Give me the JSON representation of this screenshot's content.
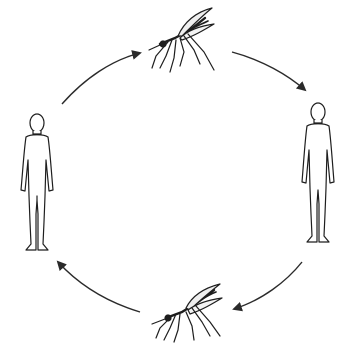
{
  "diagram": {
    "cycle_order": [
      "mosquito-top",
      "human-right",
      "mosquito-bottom",
      "human-left"
    ],
    "nodes": [
      {
        "id": "mosquito-top",
        "kind": "mosquito"
      },
      {
        "id": "human-right",
        "kind": "human"
      },
      {
        "id": "mosquito-bottom",
        "kind": "mosquito"
      },
      {
        "id": "human-left",
        "kind": "human"
      }
    ],
    "arrows": [
      {
        "from": "human-left",
        "to": "mosquito-top"
      },
      {
        "from": "mosquito-top",
        "to": "human-right"
      },
      {
        "from": "human-right",
        "to": "mosquito-bottom"
      },
      {
        "from": "mosquito-bottom",
        "to": "human-left"
      }
    ],
    "colors": {
      "line": "#2a2a2a",
      "background": "#ffffff"
    }
  }
}
